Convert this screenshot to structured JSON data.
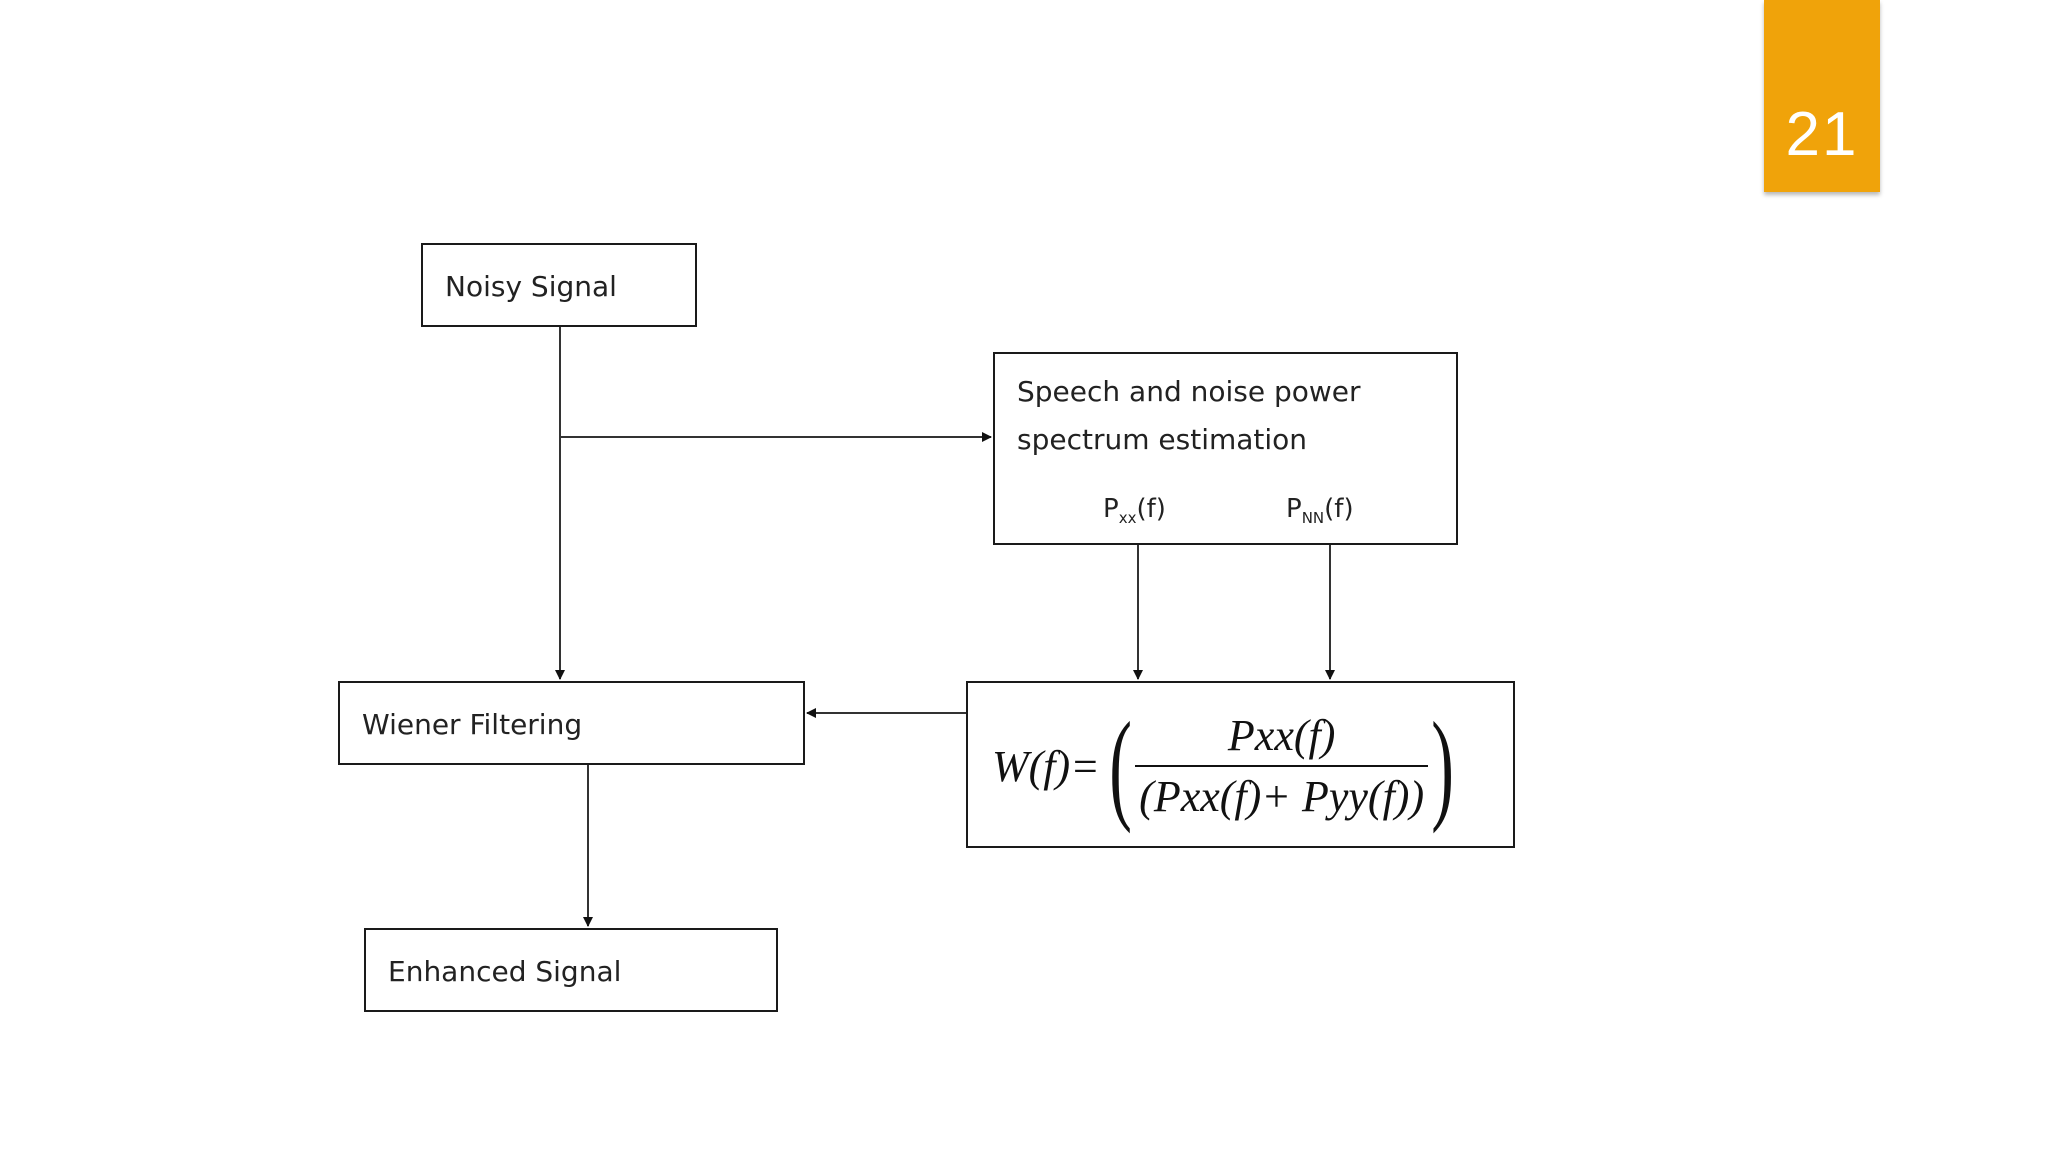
{
  "slide": {
    "page_number": "21",
    "accent_color": "#F0A30A"
  },
  "diagram": {
    "noisy_signal": "Noisy Signal",
    "estimation": {
      "line1": "Speech and noise power",
      "line2": "spectrum estimation"
    },
    "pxx": {
      "base": "P",
      "sub": "xx",
      "arg": "(f)"
    },
    "pnn": {
      "base": "P",
      "sub": "NN",
      "arg": "(f)"
    },
    "wiener_filtering": "Wiener Filtering",
    "enhanced_signal": "Enhanced Signal",
    "formula": {
      "lhs": "W(f)=",
      "numerator": "Pxx(f)",
      "denominator": "(Pxx(f)+ Pyy(f))"
    }
  }
}
